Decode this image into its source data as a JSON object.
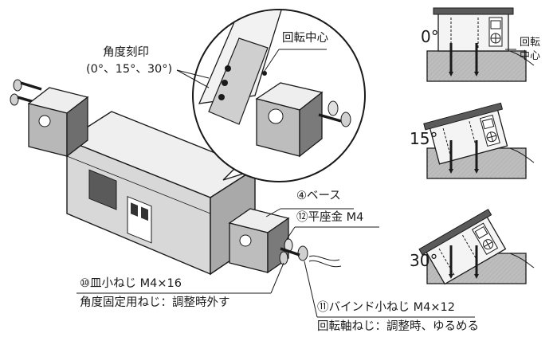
{
  "labels": {
    "angle_mark_title": "角度刻印",
    "angle_mark_values": "(0°、15°、30°)",
    "rotation_center": "回転中心",
    "base": "④ベース",
    "flat_washer": "⑫平座金 M4",
    "flat_screw": "⑩皿小ねじ M4×16",
    "flat_screw_note": "角度固定用ねじ：調整時外す",
    "binding_screw": "⑪バインド小ねじ M4×12",
    "binding_screw_note": "回転軸ねじ：調整時、ゆるめる",
    "right_rotation_center_line1": "回転",
    "right_rotation_center_line2": "中心"
  },
  "angles": [
    "0°",
    "15°",
    "30°"
  ],
  "angle_values": [
    0,
    15,
    30
  ],
  "colors": {
    "line": "#1a1a1a",
    "body_light": "#e6e6e6",
    "body_mid": "#b4b4b4",
    "body_dark": "#5a5a5a",
    "base_plate": "#bdbdbd"
  },
  "icons": [
    "screw-icon",
    "washer-icon",
    "sensor-bracket-icon"
  ]
}
